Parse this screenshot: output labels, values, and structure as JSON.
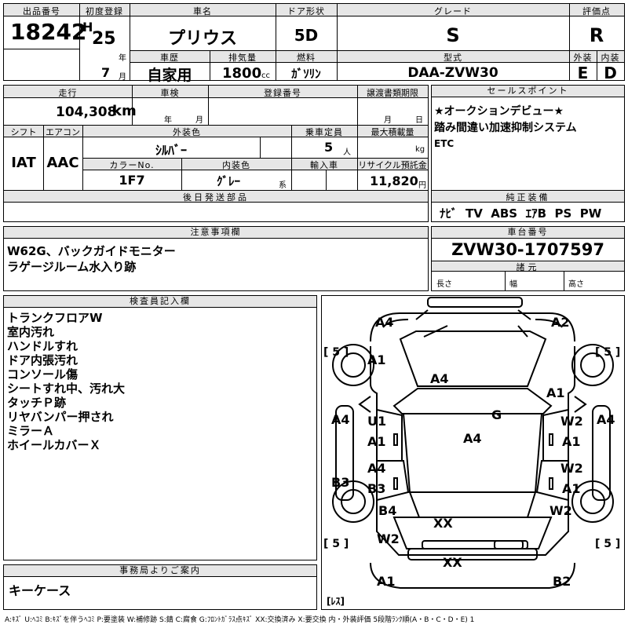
{
  "header": {
    "lot_label": "出品番号",
    "lot_number": "18242",
    "reg_label": "初度登録",
    "era": "H",
    "year": "25",
    "year_unit": "年",
    "month": "7",
    "month_unit": "月",
    "car_name_label": "車名",
    "car_name": "プリウス",
    "door_label": "ドア形状",
    "door": "5D",
    "grade_label": "グレード",
    "grade": "S",
    "score_label": "評価点",
    "score": "R",
    "history_label": "車歴",
    "history": "自家用",
    "displacement_label": "排気量",
    "displacement": "1800",
    "displacement_unit": "cc",
    "fuel_label": "燃料",
    "fuel": "ｶﾞｿﾘﾝ",
    "model_label": "型式",
    "model": "DAA-ZVW30",
    "exterior_label": "外装",
    "exterior": "E",
    "interior_label": "内装",
    "interior": "D"
  },
  "details": {
    "mileage_label": "走行",
    "mileage": "104,308",
    "mileage_unit": "km",
    "inspection_label": "車検",
    "inspection_year_unit": "年",
    "inspection_month_unit": "月",
    "plate_label": "登録番号",
    "transfer_label": "譲渡書類期限",
    "transfer_month_unit": "月",
    "transfer_day_unit": "日",
    "shift_label": "シフト",
    "shift": "IAT",
    "ac_label": "エアコン",
    "ac": "AAC",
    "color_label": "外装色",
    "color": "ｼﾙﾊﾞｰ",
    "capacity_label": "乗車定員",
    "capacity": "5",
    "capacity_unit": "人",
    "max_load_label": "最大積載量",
    "max_load_unit": "kg",
    "color_no_label": "カラーNo.",
    "color_no": "1F7",
    "interior_color_label": "内装色",
    "interior_color": "ｸﾞﾚｰ",
    "interior_color_unit": "系",
    "import_label": "輸入車",
    "recycle_label": "リサイクル預託金",
    "recycle": "11,820",
    "recycle_unit": "円",
    "later_parts_label": "後日発送部品"
  },
  "sales_points": {
    "label": "セールスポイント",
    "lines": [
      "★オークションデビュー★",
      "踏み間違い加速抑制システム",
      "ETC"
    ]
  },
  "equipment": {
    "label": "純正装備",
    "items": [
      "ﾅﾋﾞ",
      "TV",
      "ABS",
      "ｴｱB",
      "PS",
      "PW"
    ]
  },
  "caution": {
    "label": "注意事項欄",
    "lines": [
      "W62G、バックガイドモニター",
      "ラゲージルーム水入り跡"
    ]
  },
  "chassis": {
    "label": "車台番号",
    "number": "ZVW30-1707597",
    "dims_label": "諸元",
    "length_label": "長さ",
    "width_label": "幅",
    "height_label": "高さ"
  },
  "inspector": {
    "label": "検査員記入欄",
    "lines": [
      "トランクフロアW",
      "室内汚れ",
      "ハンドルすれ",
      "ドア内張汚れ",
      "コンソール傷",
      "シートすれ中、汚れ大",
      "タッチＰ跡",
      "リヤバンパー押され",
      "ミラーＡ",
      "ホイールカバーＸ"
    ]
  },
  "office": {
    "label": "事務局よりご案内",
    "text": "キーケース"
  },
  "diagram": {
    "tire_left_top": "[ 5 ]",
    "tire_right_top": "[ 5 ]",
    "tire_left_bottom": "[ 5 ]",
    "tire_right_bottom": "[ 5 ]",
    "spare": "[ﾚｽ]",
    "marks": {
      "front_bumper_left": "A4",
      "front_bumper_right": "A2",
      "fender_front_left": "A1",
      "hood": "A4",
      "fender_front_right": "A1",
      "side_left": "A4",
      "side_right": "A4",
      "windshield": "G",
      "door_fl_1": "U1",
      "door_fl_2": "A1",
      "door_fr_1": "W2",
      "door_fr_2": "A1",
      "roof": "A4",
      "door_rl_1": "A4",
      "door_rl_2": "B3",
      "door_rr_1": "W2",
      "door_rr_2": "A1",
      "rocker_left": "B3",
      "quarter_left": "B4",
      "quarter_right": "W2",
      "trunk": "XX",
      "rear_left": "W2",
      "rear_garnish": "XX",
      "rear_bumper_left": "A1",
      "rear_bumper_right": "B2"
    }
  },
  "legend": "A:ｷｽﾞ U:ﾍｺﾐ B:ｷｽﾞを伴うﾍｺﾐ P:要塗装 W:補修跡 S:錆 C:腐食 G:ﾌﾛﾝﾄｶﾞﾗｽ点ｷｽﾞ XX:交換済み X:要交換 内・外装評価 5段階ﾗﾝｸ順(A・B・C・D・E) 1"
}
